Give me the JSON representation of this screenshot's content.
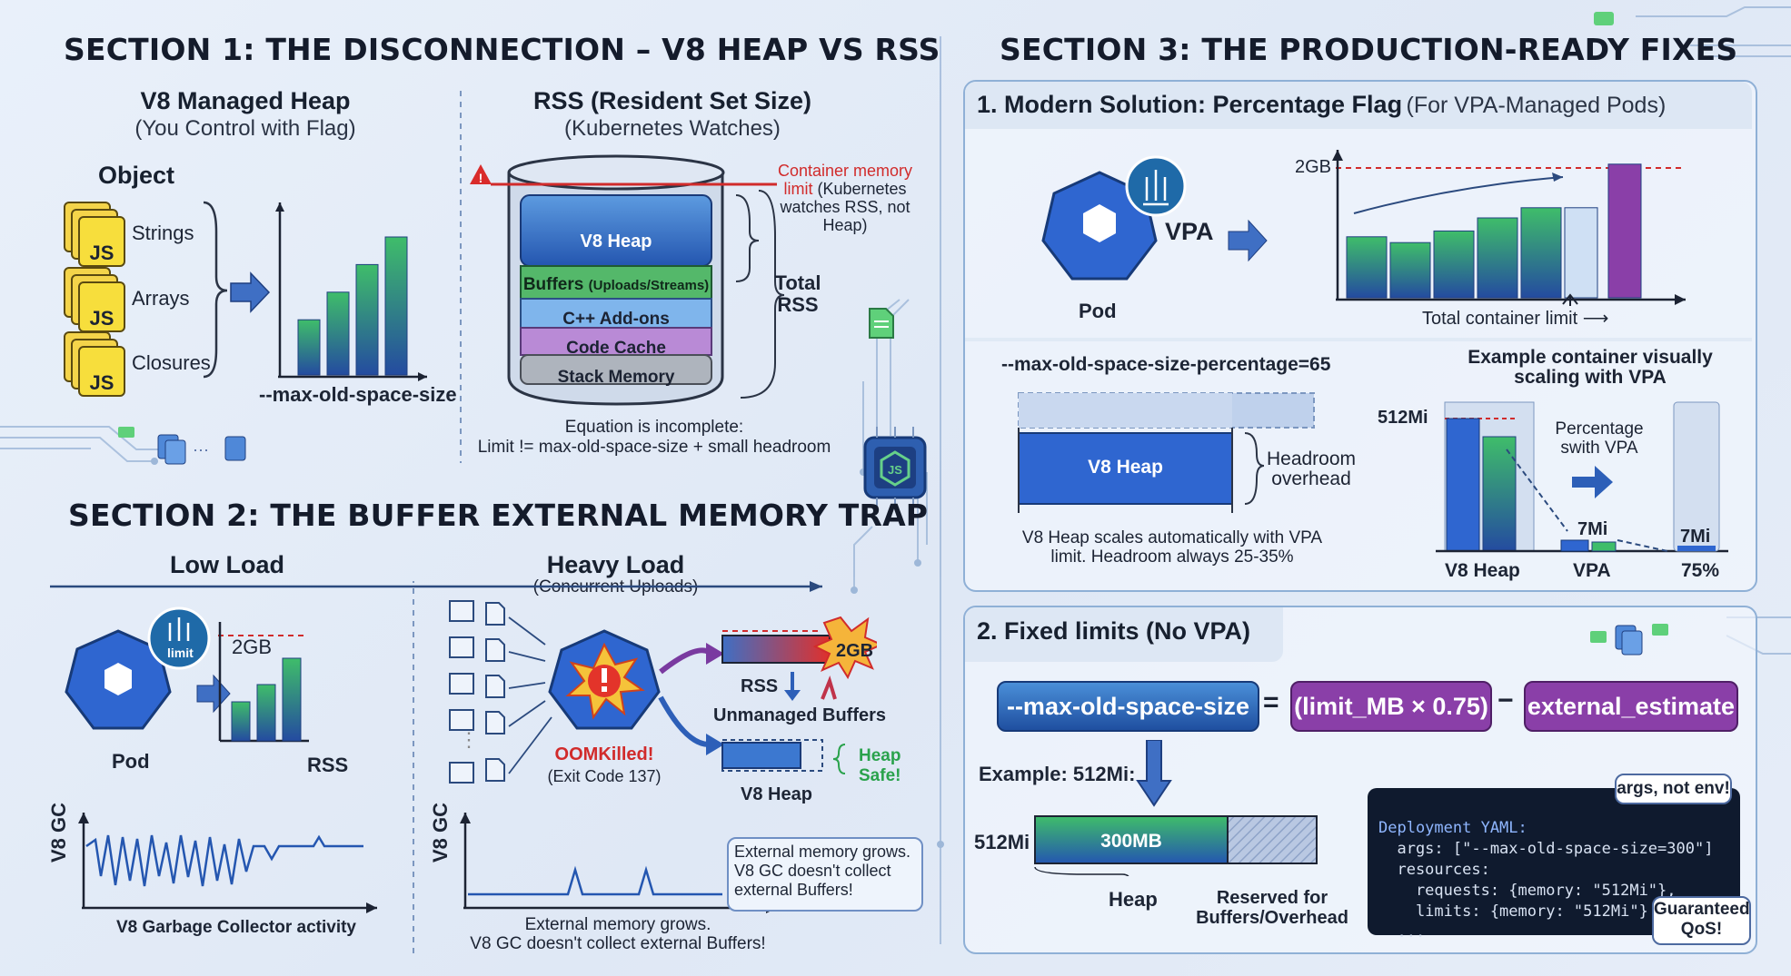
{
  "section1": {
    "title": "SECTION 1: THE DISCONNECTION – V8 HEAP VS RSS",
    "heap_title": "V8 Managed Heap",
    "heap_subtitle": "(You Control with Flag)",
    "object_label": "Object",
    "object_items": [
      "Strings",
      "Arrays",
      "Closures"
    ],
    "js_badge": "JS",
    "heap_flag": "--max-old-space-size",
    "rss_title": "RSS (Resident Set Size)",
    "rss_subtitle": "(Kubernetes Watches)",
    "limit_note": [
      "Container memory",
      "limit (Kubernetes",
      "watches RSS, not",
      "Heap)"
    ],
    "layers": [
      "V8 Heap",
      "Buffers",
      "(Uploads/Streams)",
      "C++ Add-ons",
      "Code Cache",
      "Stack Memory"
    ],
    "total_rss": [
      "Total",
      "RSS"
    ],
    "equation": [
      "Equation is incomplete:",
      "Limit != max-old-space-size + small headroom"
    ],
    "heap_bars_relative": [
      0.38,
      0.57,
      0.76,
      0.95
    ]
  },
  "section2": {
    "title": "SECTION 2: THE BUFFER EXTERNAL MEMORY TRAP",
    "low_load": "Low Load",
    "heavy_load": "Heavy Load",
    "heavy_sub": "(Concurrent Uploads)",
    "pod_label": "Pod",
    "limit_badge": "limit",
    "two_gb": "2GB",
    "rss_label": "RSS",
    "v8gc_axis": "V8 GC",
    "gc_caption": "V8 Garbage Collector activity",
    "oom": "OOMKilled!",
    "exit_code": "(Exit Code 137)",
    "unmanaged": "Unmanaged Buffers",
    "v8_heap": "V8 Heap",
    "heap_safe": [
      "Heap",
      "Safe!"
    ],
    "callout": [
      "External memory grows.",
      "V8 GC doesn't collect",
      "external Buffers!"
    ],
    "bottom_caption": [
      "External memory grows.",
      "V8 GC doesn't collect external Buffers!"
    ],
    "ellipsis": "⋮"
  },
  "section3": {
    "title": "SECTION 3: THE PRODUCTION-READY FIXES",
    "fix1_title": "1. Modern Solution: Percentage Flag",
    "fix1_sub": "(For VPA-Managed Pods)",
    "vpa_label": "VPA",
    "pod_label": "Pod",
    "two_gb": "2GB",
    "total_limit": "Total container limit",
    "pct_flag": "--max-old-space-size-percentage=65",
    "v8_heap": "V8 Heap",
    "headroom": [
      "Headroom",
      "overhead"
    ],
    "scales_caption": [
      "V8 Heap scales automatically with VPA",
      "limit. Headroom always 25-35%"
    ],
    "example_title": [
      "Example container visually",
      "scaling with VPA"
    ],
    "mi512": "512Mi",
    "pct_with_vpa": [
      "Percentage",
      "swith VPA"
    ],
    "mi7": "7Mi",
    "x_labels": [
      "V8 Heap",
      "VPA",
      "75%"
    ],
    "fix2_title": "2. Fixed limits (No VPA)",
    "formula": [
      "--max-old-space-size",
      "=",
      "(limit_MB × 0.75)",
      "−",
      "external_estimate"
    ],
    "example_label": "Example: 512Mi:",
    "bar_300": "300MB",
    "heap_lbl": "Heap",
    "reserved": [
      "Reserved for",
      "Buffers/Overhead"
    ],
    "yaml": [
      "Deployment YAML:",
      "  args: [\"--max-old-space-size=300\"]",
      "  resources:",
      "    requests: {memory: \"512Mi\"},",
      "    limits: {memory: \"512Mi\"}",
      "  ..."
    ],
    "args_bubble": "args, not env!",
    "qos_bubble": [
      "Guaranteed",
      "QoS!"
    ],
    "growth_bars_relative": [
      0.42,
      0.38,
      0.46,
      0.55,
      0.62,
      0.62,
      0.92
    ]
  },
  "colors": {
    "accent_blue": "#2456b0",
    "green": "#3aa35c",
    "purple": "#8a3fa8",
    "red": "#d12b2b"
  }
}
